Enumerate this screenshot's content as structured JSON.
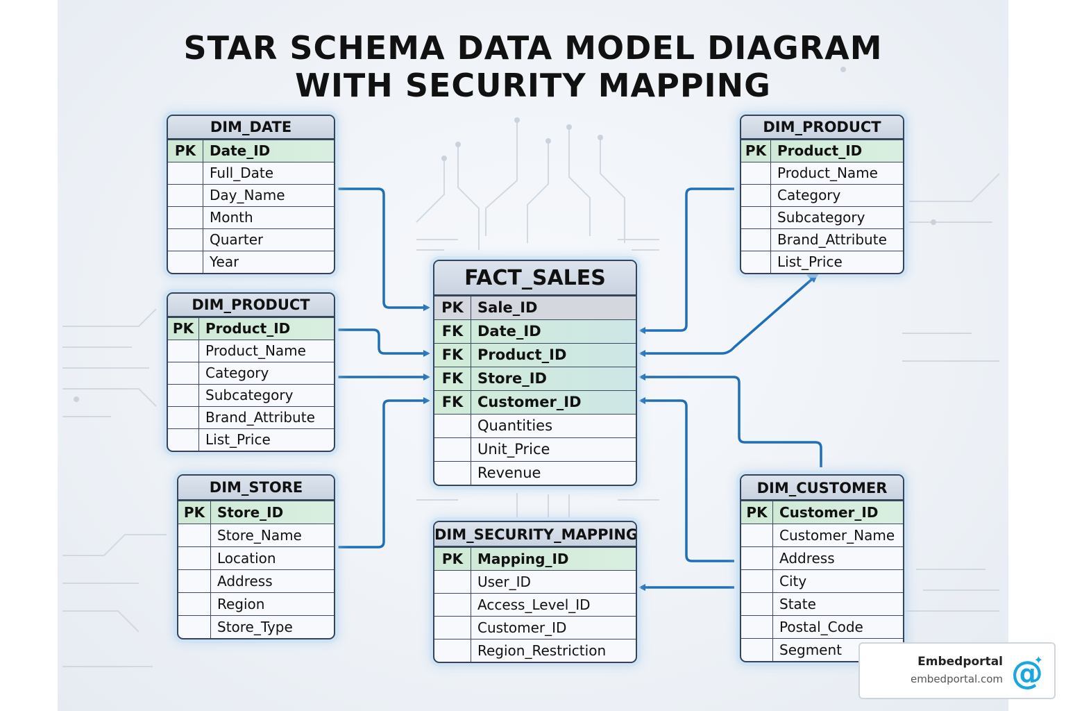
{
  "title": {
    "line1": "STAR SCHEMA DATA MODEL DIAGRAM",
    "line2": "WITH SECURITY MAPPING"
  },
  "colors": {
    "connector": "#1f6fb8",
    "pk_row": "#cfe9d6",
    "header": "#c9d3e0"
  },
  "tables": {
    "dim_date": {
      "name": "DIM_DATE",
      "rows": [
        {
          "key": "PK",
          "field": "Date_ID"
        },
        {
          "key": "",
          "field": "Full_Date"
        },
        {
          "key": "",
          "field": "Day_Name"
        },
        {
          "key": "",
          "field": "Month"
        },
        {
          "key": "",
          "field": "Quarter"
        },
        {
          "key": "",
          "field": "Year"
        }
      ]
    },
    "dim_product_left": {
      "name": "DIM_PRODUCT",
      "rows": [
        {
          "key": "PK",
          "field": "Product_ID"
        },
        {
          "key": "",
          "field": "Product_Name"
        },
        {
          "key": "",
          "field": "Category"
        },
        {
          "key": "",
          "field": "Subcategory"
        },
        {
          "key": "",
          "field": "Brand_Attribute"
        },
        {
          "key": "",
          "field": "List_Price"
        }
      ]
    },
    "dim_store": {
      "name": "DIM_STORE",
      "rows": [
        {
          "key": "PK",
          "field": "Store_ID"
        },
        {
          "key": "",
          "field": "Store_Name"
        },
        {
          "key": "",
          "field": "Location"
        },
        {
          "key": "",
          "field": "Address"
        },
        {
          "key": "",
          "field": "Region"
        },
        {
          "key": "",
          "field": "Store_Type"
        }
      ]
    },
    "fact_sales": {
      "name": "FACT_SALES",
      "rows": [
        {
          "key": "PK",
          "field": "Sale_ID"
        },
        {
          "key": "FK",
          "field": "Date_ID"
        },
        {
          "key": "FK",
          "field": "Product_ID"
        },
        {
          "key": "FK",
          "field": "Store_ID"
        },
        {
          "key": "FK",
          "field": "Customer_ID"
        },
        {
          "key": "",
          "field": "Quantities"
        },
        {
          "key": "",
          "field": "Unit_Price"
        },
        {
          "key": "",
          "field": "Revenue"
        }
      ]
    },
    "dim_security_mapping": {
      "name": "DIM_SECURITY_MAPPING",
      "rows": [
        {
          "key": "PK",
          "field": "Mapping_ID"
        },
        {
          "key": "",
          "field": "User_ID"
        },
        {
          "key": "",
          "field": "Access_Level_ID"
        },
        {
          "key": "",
          "field": "Customer_ID"
        },
        {
          "key": "",
          "field": "Region_Restriction"
        }
      ]
    },
    "dim_product_right": {
      "name": "DIM_PRODUCT",
      "rows": [
        {
          "key": "PK",
          "field": "Product_ID"
        },
        {
          "key": "",
          "field": "Product_Name"
        },
        {
          "key": "",
          "field": "Category"
        },
        {
          "key": "",
          "field": "Subcategory"
        },
        {
          "key": "",
          "field": "Brand_Attribute"
        },
        {
          "key": "",
          "field": "List_Price"
        }
      ]
    },
    "dim_customer": {
      "name": "DIM_CUSTOMER",
      "rows": [
        {
          "key": "PK",
          "field": "Customer_ID"
        },
        {
          "key": "",
          "field": "Customer_Name"
        },
        {
          "key": "",
          "field": "Address"
        },
        {
          "key": "",
          "field": "City"
        },
        {
          "key": "",
          "field": "State"
        },
        {
          "key": "",
          "field": "Postal_Code"
        },
        {
          "key": "",
          "field": "Segment"
        }
      ]
    }
  },
  "watermark": {
    "name": "Embedportal",
    "url": "embedportal.com",
    "icon": "at-sign-icon"
  }
}
